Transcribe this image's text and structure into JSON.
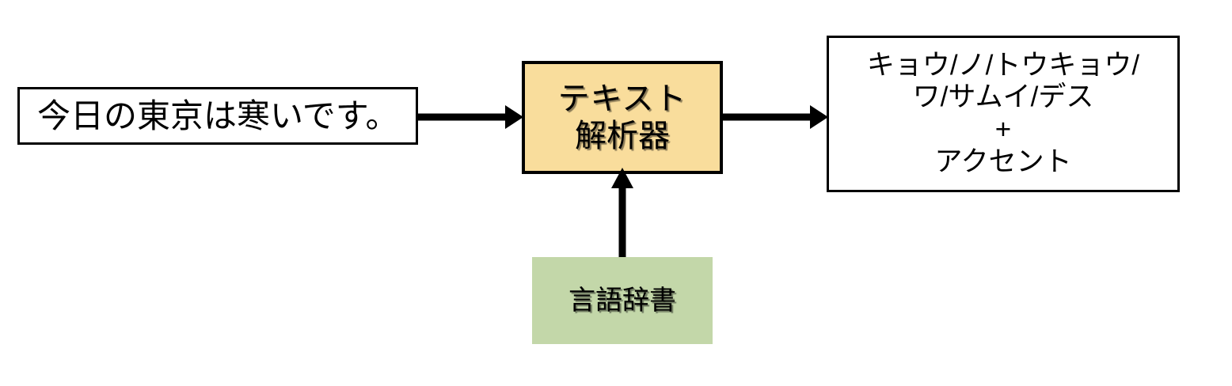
{
  "diagram": {
    "title": "",
    "type": "flow-diagram",
    "colors": {
      "analyzer_fill": "#f9dd9c",
      "dictionary_fill": "#c3d7a9",
      "box_fill": "#ffffff",
      "stroke": "#000000"
    },
    "nodes": {
      "input": {
        "id": "input-sentence",
        "label": "今日の東京は寒いです。"
      },
      "analyzer": {
        "id": "text-analyzer",
        "label_line1": "テキスト",
        "label_line2": "解析器"
      },
      "output": {
        "id": "phoneme-accent-output",
        "lines": [
          "キョウ/ノ/トウキョウ/",
          "ワ/サムイ/デス",
          "+",
          "アクセント"
        ]
      },
      "dictionary": {
        "id": "language-dictionary",
        "label": "言語辞書"
      }
    },
    "edges": [
      {
        "id": "input-to-analyzer",
        "from": "input-sentence",
        "to": "text-analyzer",
        "direction": "right"
      },
      {
        "id": "analyzer-to-output",
        "from": "text-analyzer",
        "to": "phoneme-accent-output",
        "direction": "right"
      },
      {
        "id": "dictionary-to-analyzer",
        "from": "language-dictionary",
        "to": "text-analyzer",
        "direction": "up"
      }
    ]
  }
}
